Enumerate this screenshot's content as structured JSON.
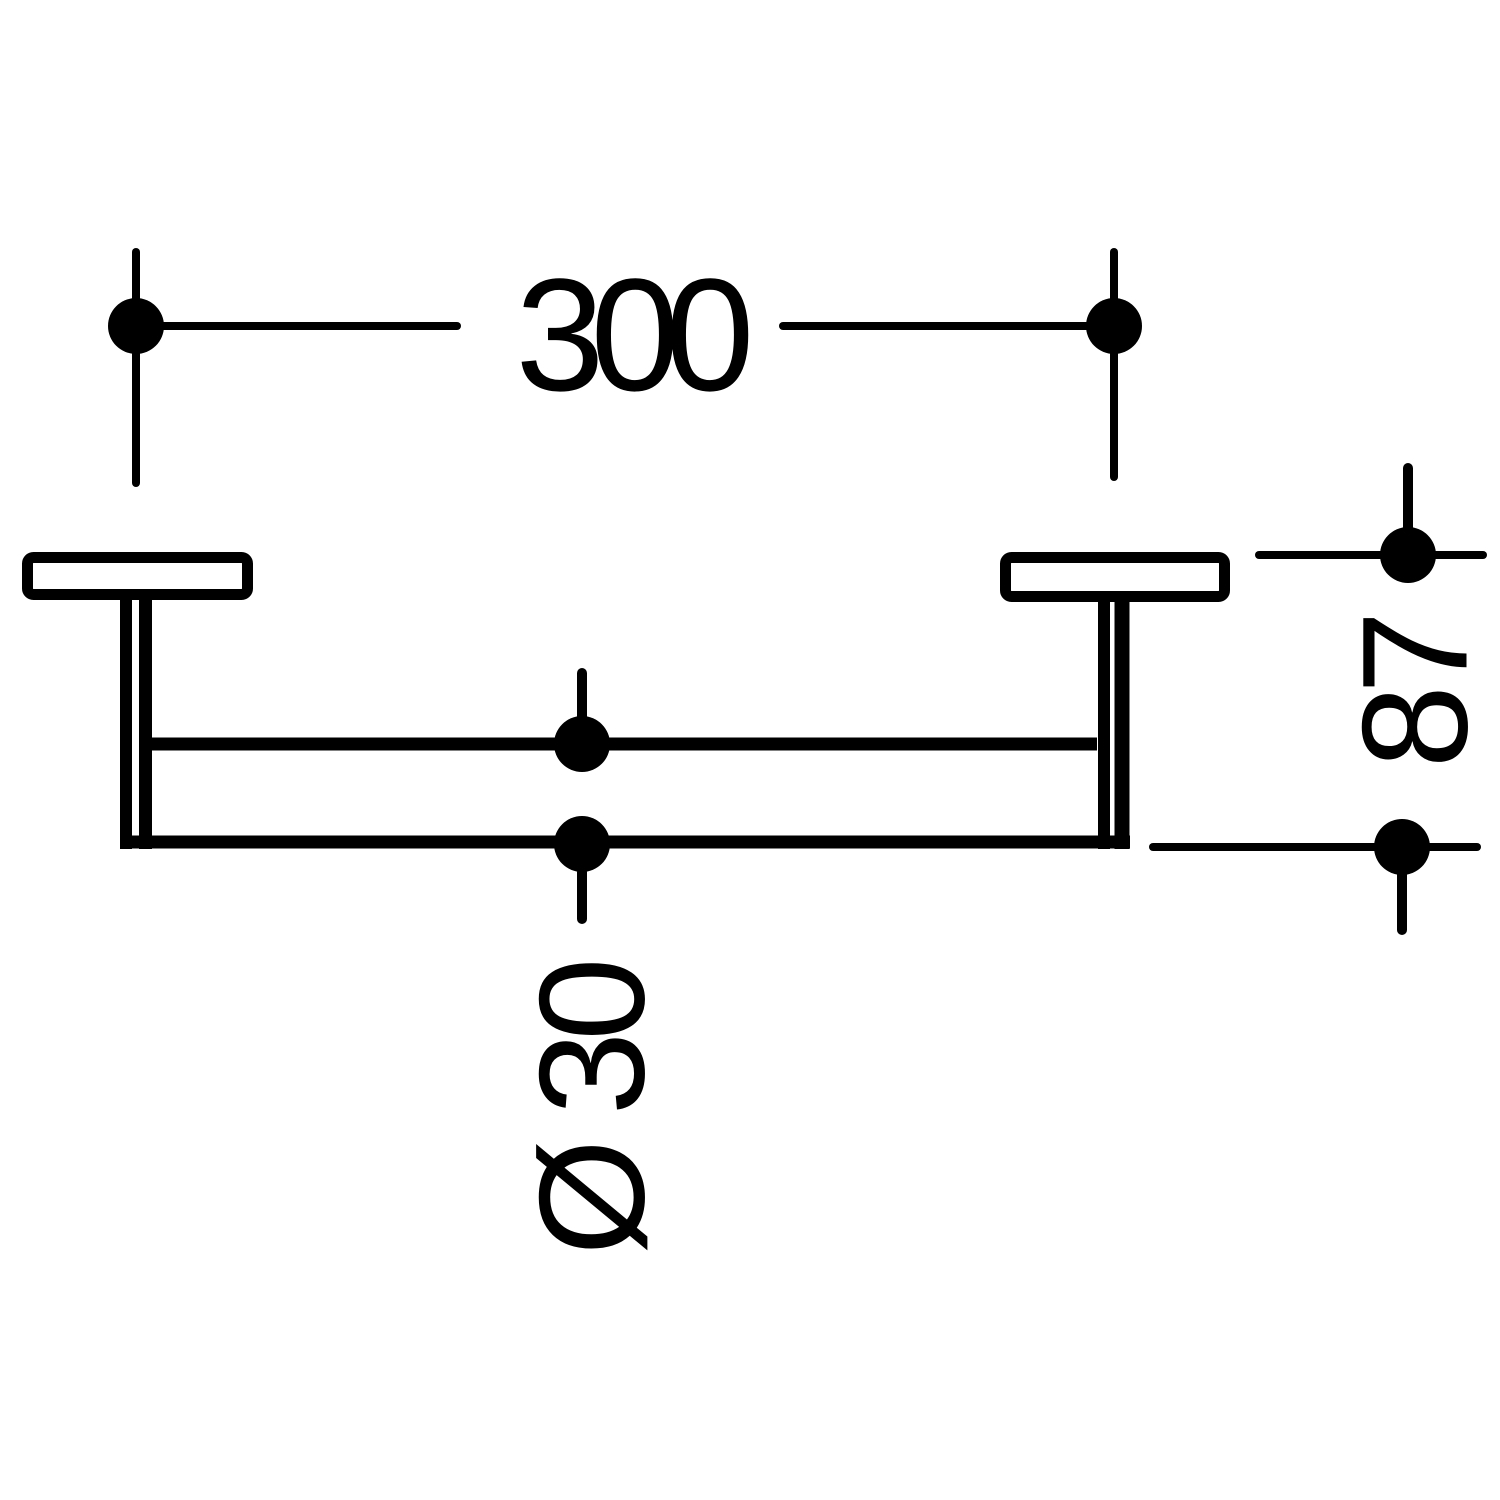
{
  "page": {
    "background_color": "#ffffff",
    "line_color": "#000000"
  },
  "drawing": {
    "kind": "technical-dimension-drawing",
    "labels": {
      "width": "300",
      "height": "87",
      "diameter": "Ø 30"
    }
  }
}
